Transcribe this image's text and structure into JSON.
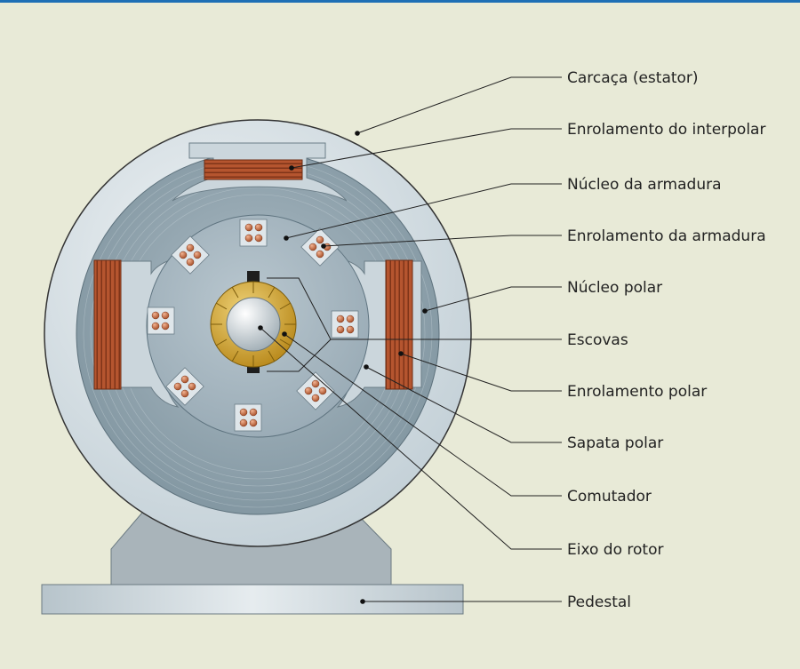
{
  "labels": {
    "frame": "Carcaça (estator)",
    "interpole_winding": "Enrolamento do interpolar",
    "armature_core": "Núcleo da armadura",
    "armature_winding": "Enrolamento da armadura",
    "pole_core": "Núcleo polar",
    "brushes": "Escovas",
    "field_winding": "Enrolamento polar",
    "pole_shoe": "Sapata polar",
    "commutator": "Comutador",
    "shaft": "Eixo do rotor",
    "base": "Pedestal"
  },
  "colors": {
    "background": "#e8ead7",
    "accent_bar": "#1e6fb5",
    "copper": "#b5552f",
    "steel_light": "#dbe3e8",
    "steel_mid": "#9eb0ba",
    "commutator": "#c99a22"
  }
}
